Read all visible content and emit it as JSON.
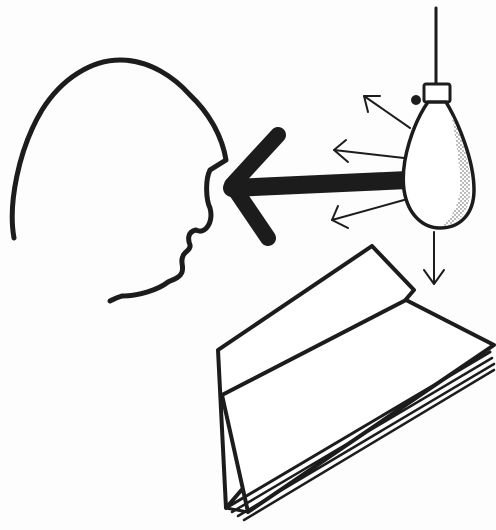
{
  "figure": {
    "parts": [
      {
        "key": "head",
        "name": "head-profile"
      },
      {
        "key": "glare",
        "name": "glare-arrow"
      },
      {
        "key": "lamp",
        "name": "light-bulb"
      },
      {
        "key": "rays",
        "name": "light-rays"
      },
      {
        "key": "book",
        "name": "open-book"
      }
    ]
  },
  "colors": {
    "ink": "#1c1c1c",
    "paper": "#fdfdfd",
    "shade": "#8a8a8a"
  }
}
